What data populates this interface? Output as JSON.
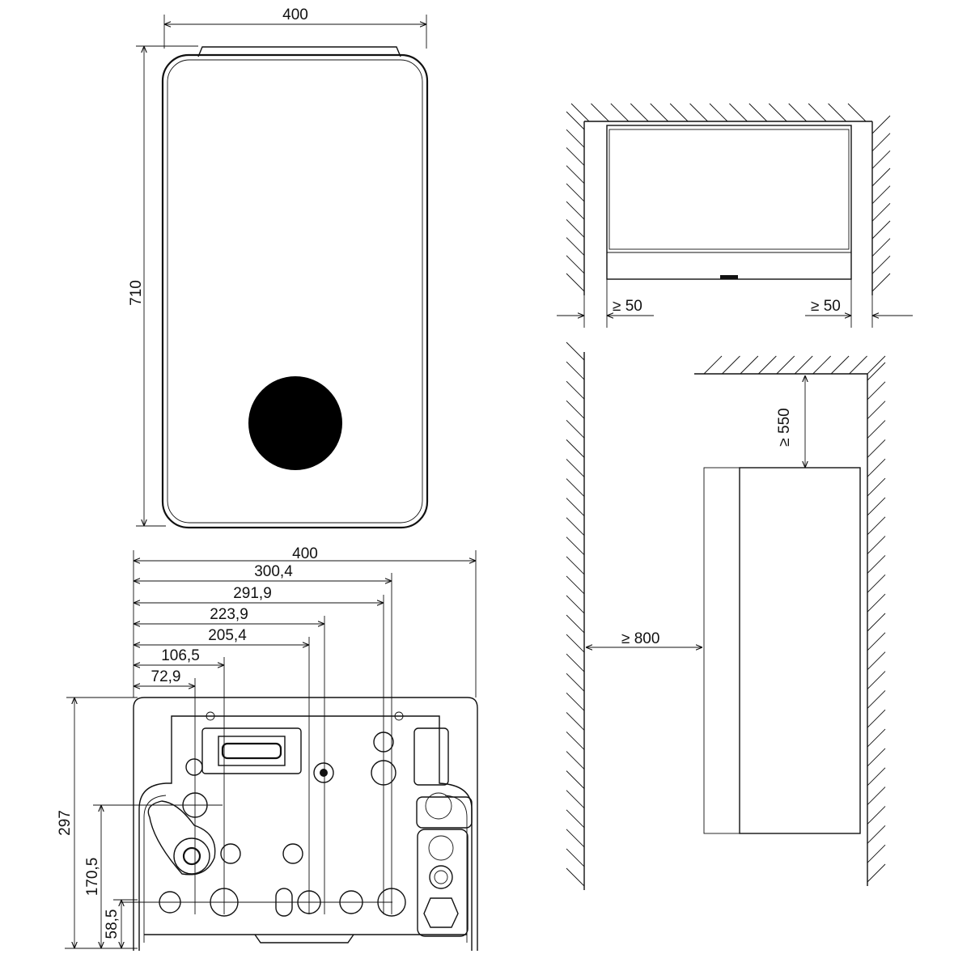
{
  "front_view": {
    "width_label": "400",
    "height_label": "710"
  },
  "bottom_view": {
    "width_label": "400",
    "horizontal_dims": [
      "300,4",
      "291,9",
      "223,9",
      "205,4",
      "106,5",
      "72,9"
    ],
    "vertical_dims": [
      "297",
      "170,5",
      "58,5"
    ]
  },
  "top_clearance": {
    "left_label": "≥ 50",
    "right_label": "≥ 50"
  },
  "side_clearance": {
    "top_label": "≥ 550",
    "front_label": "≥ 800"
  },
  "colors": {
    "line": "#111111",
    "knob": "#000000"
  }
}
